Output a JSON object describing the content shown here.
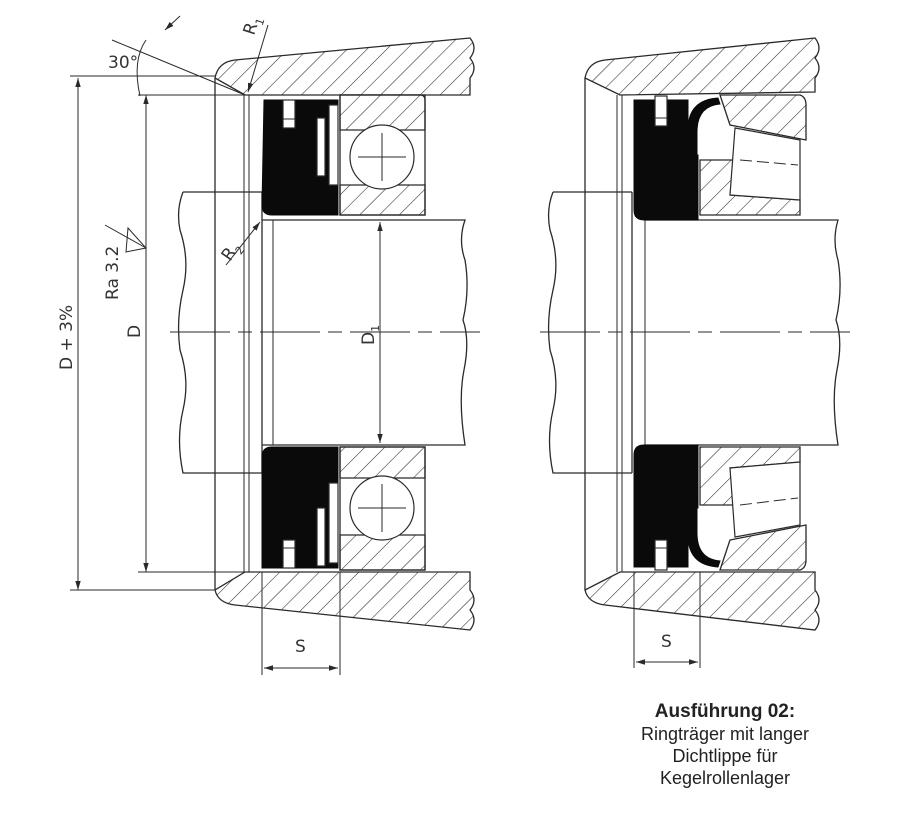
{
  "drawing": {
    "left_view": {
      "dimensions": {
        "angle": "30°",
        "r1": "R",
        "r1_sub": "1",
        "r2": "R",
        "r2_sub": "2",
        "surface_roughness": "Ra 3.2",
        "outer_bore_tolerance": "D + 3%",
        "bore_diameter": "D",
        "shaft_diameter": "D",
        "shaft_diameter_sub": "1",
        "seal_width": "S"
      },
      "bearing_type": "ball-bearing"
    },
    "right_view": {
      "dimensions": {
        "seal_width": "S"
      },
      "bearing_type": "tapered-roller-bearing"
    }
  },
  "caption": {
    "title": "Ausführung 02:",
    "lines": [
      "Ringträger mit langer",
      "Dichtlippe für",
      "Kegelrollenlager"
    ]
  },
  "colors": {
    "ink": "#2a2a2a",
    "seal": "#0a0a0a",
    "background": "#ffffff"
  }
}
